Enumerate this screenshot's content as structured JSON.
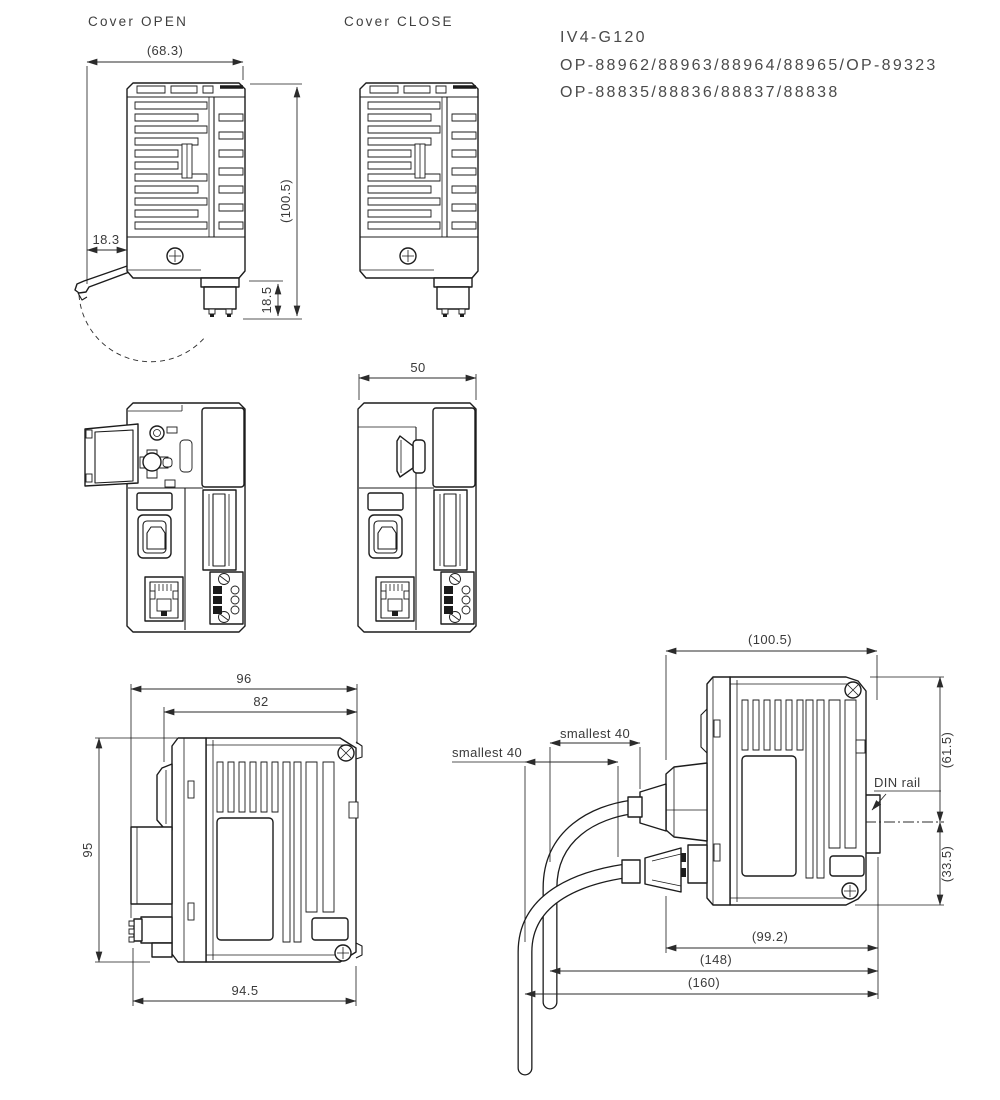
{
  "header": {
    "cover_open_label": "Cover OPEN",
    "cover_close_label": "Cover CLOSE"
  },
  "title_block": {
    "model": "IV4-G120",
    "option_codes_line1": "OP-88962/88963/88964/88965/OP-89323",
    "option_codes_line2": "OP-88835/88836/88837/88838"
  },
  "cover_open_view": {
    "width_dim": "(68.3)",
    "height_dim": "(100.5)",
    "cover_tip_dim": "18.3",
    "connector_depth_dim": "18.5"
  },
  "front_view": {
    "width_dim": "50"
  },
  "side_view": {
    "overall_depth_dim": "96",
    "body_depth_dim": "82",
    "height_dim": "95",
    "bottom_depth_dim": "94.5"
  },
  "mounted_view": {
    "overall_depth_dim": "(100.5)",
    "upper_height_dim": "(61.5)",
    "lower_height_dim": "(33.5)",
    "connector_depth_dim": "(99.2)",
    "cable_depth_dim_mid": "(148)",
    "cable_depth_dim_outer": "(160)",
    "bend_clearance_upper": "smallest 40",
    "bend_clearance_lower": "smallest 40",
    "din_rail_label": "DIN rail"
  },
  "colors": {
    "line": "#1c1c1c",
    "dimension": "#2b2b2b",
    "text": "#3a3a3a",
    "background": "#ffffff"
  }
}
